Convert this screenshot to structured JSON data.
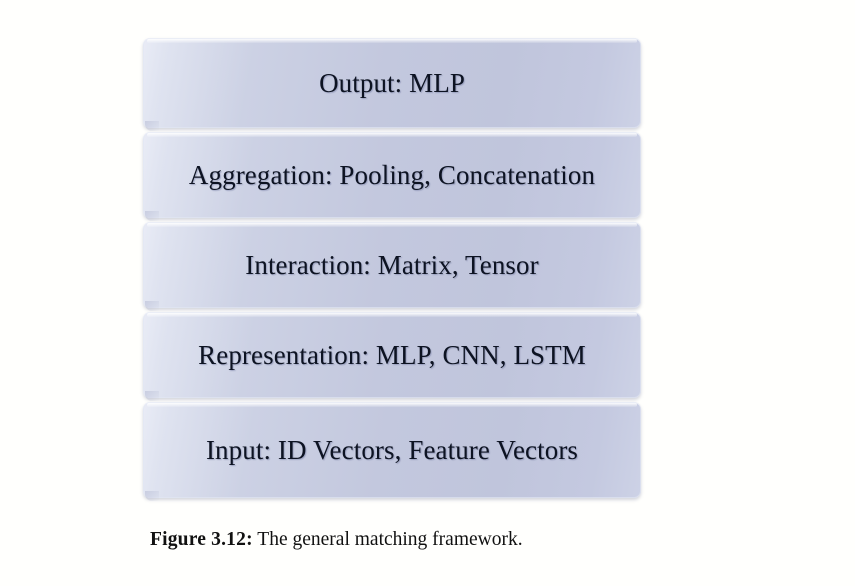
{
  "figure": {
    "background_color": "#fffffd",
    "box_fill_light": "#e9ecf6",
    "box_fill_dark": "#c0c5dc",
    "text_color": "#0d1322",
    "layers": [
      {
        "id": "output",
        "label": "Output: MLP"
      },
      {
        "id": "aggregation",
        "label": "Aggregation: Pooling, Concatenation"
      },
      {
        "id": "interaction",
        "label": "Interaction: Matrix, Tensor"
      },
      {
        "id": "representation",
        "label": "Representation: MLP, CNN, LSTM"
      },
      {
        "id": "input",
        "label": "Input: ID Vectors, Feature Vectors"
      }
    ],
    "caption": {
      "label": "Figure 3.12:",
      "text": " The general matching framework."
    }
  }
}
